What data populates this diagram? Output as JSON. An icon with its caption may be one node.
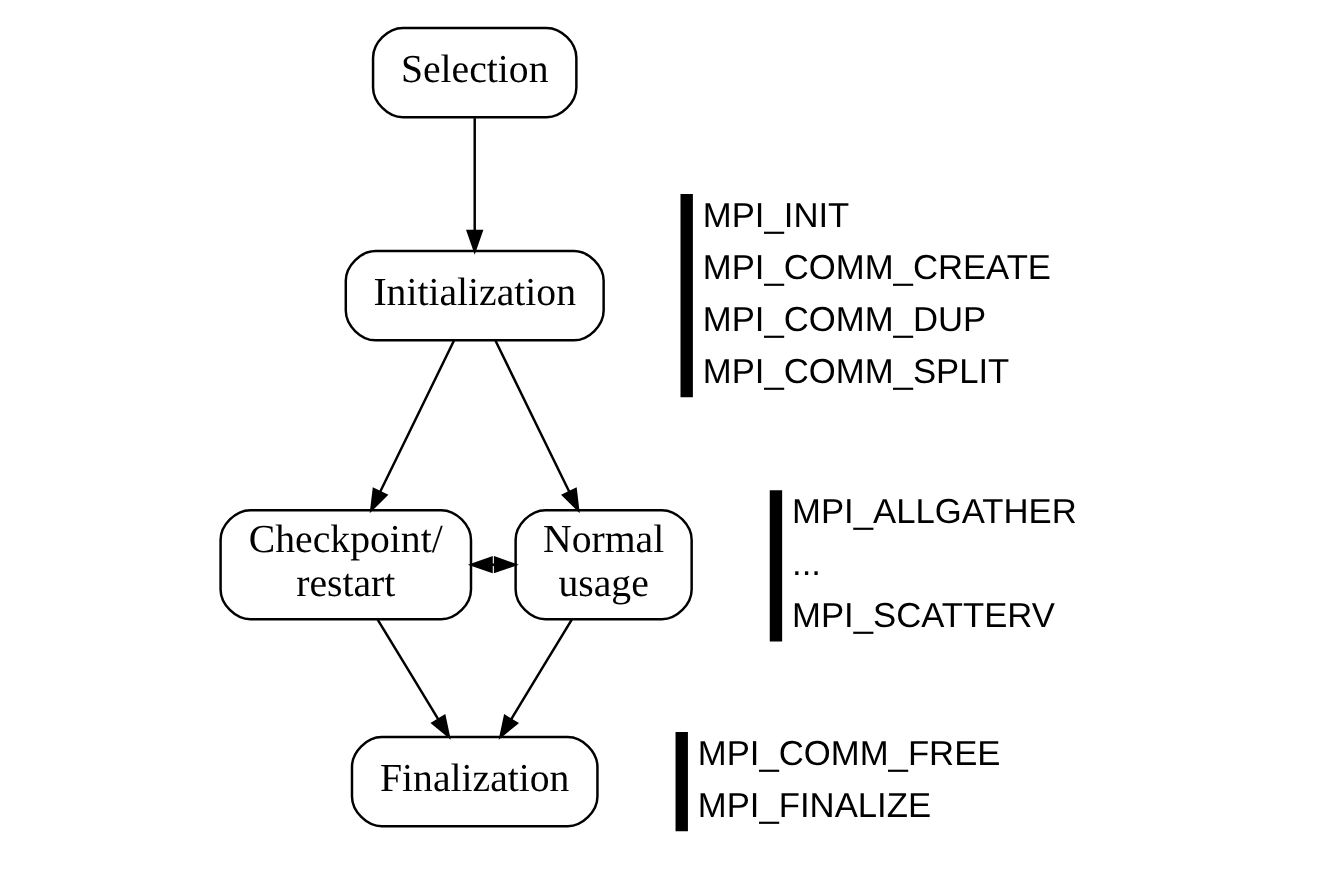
{
  "diagram": {
    "nodes": [
      {
        "text": [
          "Selection"
        ]
      },
      {
        "text": [
          "Initialization"
        ]
      },
      {
        "text": [
          "Checkpoint/ restart"
        ]
      },
      {
        "text": [
          "Normal usage"
        ]
      },
      {
        "text": [
          "Finalization"
        ]
      }
    ],
    "edges": [
      {
        "from": 0,
        "to": 1,
        "arrow": "to"
      },
      {
        "from": 1,
        "to": 2,
        "arrow": "to"
      },
      {
        "from": 1,
        "to": 3,
        "arrow": "to"
      },
      {
        "from": 2,
        "to": 3,
        "arrow": "both"
      },
      {
        "from": 2,
        "to": 4,
        "arrow": "to"
      },
      {
        "from": 3,
        "to": 4,
        "arrow": "to"
      }
    ],
    "labels": [
      "MPI_INIT",
      "MPI_COMM_CREATE",
      "MPI_COMM_DUP",
      "MPI_COMM_SPLIT",
      "MPI_ALLGATHER",
      "...",
      "MPI_SCATTERV",
      "MPI_COMM_FREE",
      "MPI_FINALIZE"
    ]
  }
}
